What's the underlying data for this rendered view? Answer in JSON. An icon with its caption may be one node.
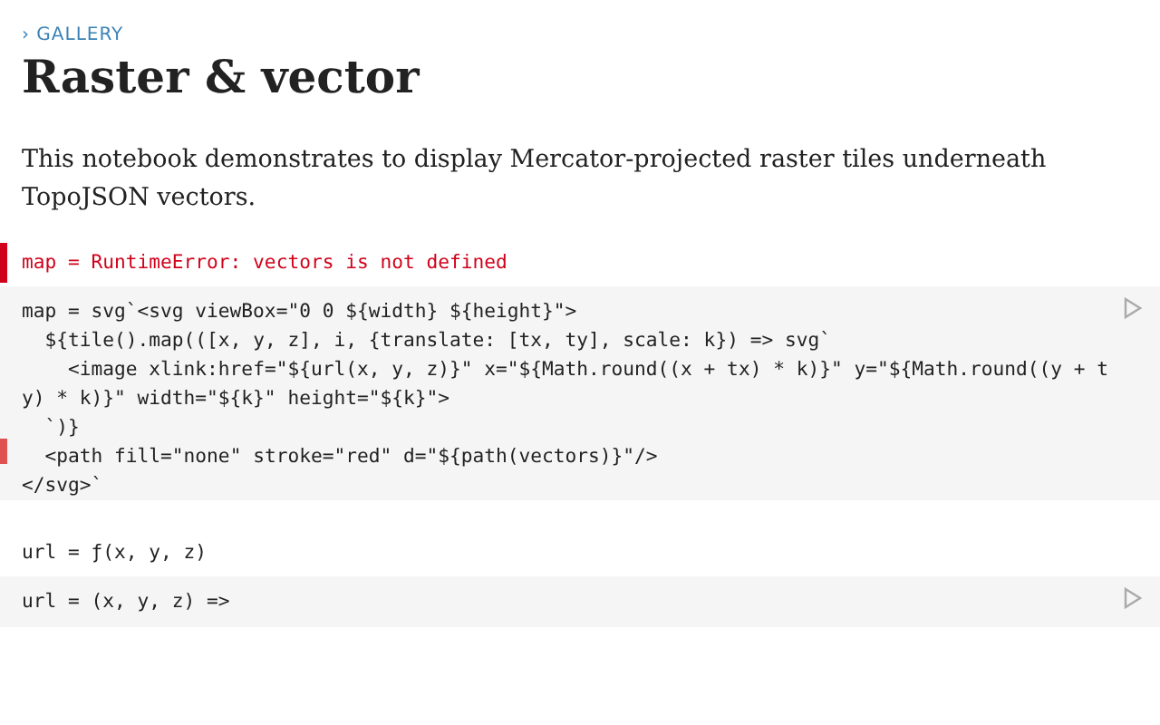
{
  "diagram": {
    "title": "Raster & vector",
    "labels": [
      "› GALLERY",
      "This notebook demonstrates to display Mercator-projected raster tiles underneath TopoJSON vectors.",
      "map = RuntimeError: vectors is not defined",
      "map = svg`<svg viewBox=\"0 0 ${width} ${height}\">\n  ${tile().map(([x, y, z], i, {translate: [tx, ty], scale: k}) => svg`\n    <image xlink:href=\"${url(x, y, z)}\" x=\"${Math.round((x + tx) * k)}\" y=\"${Math.round((y + ty) * k)}\" width=\"${k}\" height=\"${k}\">\n  `)}\n  <path fill=\"none\" stroke=\"red\" d=\"${path(vectors)}\"/>\n</svg>`",
      "url = ƒ(x, y, z)",
      "url = (x, y, z) =>"
    ]
  }
}
